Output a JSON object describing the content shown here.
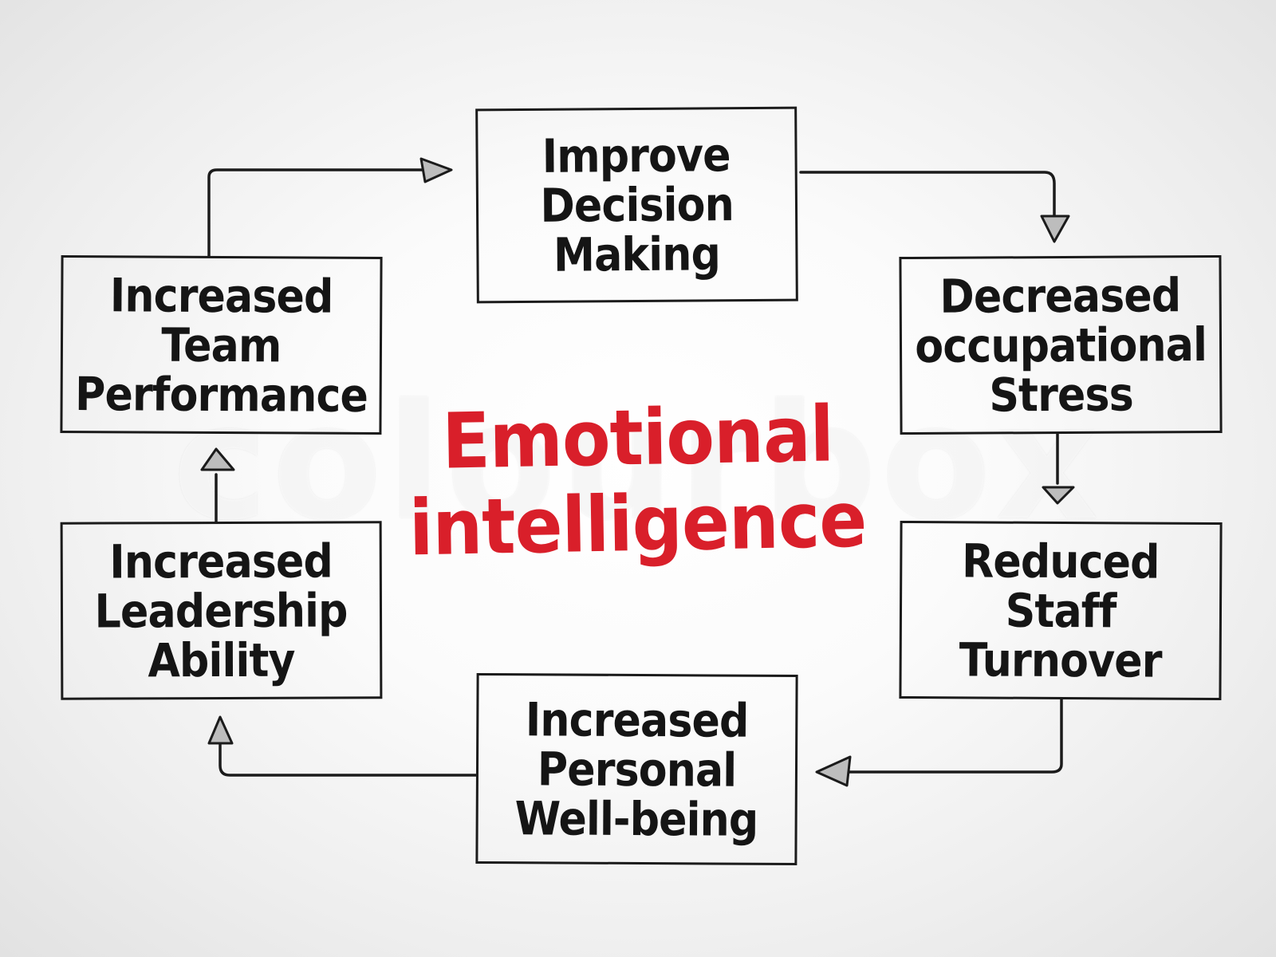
{
  "watermark": "colourbox",
  "center": {
    "line1": "Emotional",
    "line2": "intelligence",
    "color": "#d91f2a"
  },
  "boxes": {
    "improve": [
      "Improve",
      "Decision",
      "Making"
    ],
    "stress": [
      "Decreased",
      "occupational",
      "Stress"
    ],
    "turnover": [
      "Reduced",
      "Staff",
      "Turnover"
    ],
    "wellbeing": [
      "Increased",
      "Personal",
      "Well-being"
    ],
    "leadership": [
      "Increased",
      "Leadership",
      "Ability"
    ],
    "team": [
      "Increased",
      "Team",
      "Performance"
    ]
  },
  "colors": {
    "ink": "#151515",
    "accent": "#d91f2a",
    "background": "#f4f4f4"
  }
}
